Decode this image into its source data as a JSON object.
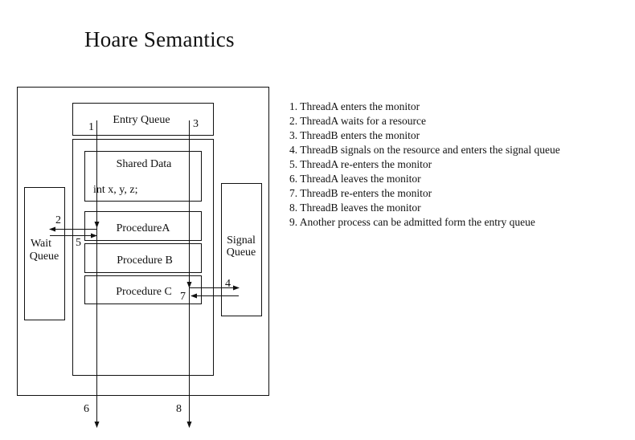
{
  "title": "Hoare Semantics",
  "diagram": {
    "entry_queue": "Entry Queue",
    "shared_data": "Shared Data",
    "shared_vars": "int x, y, z;",
    "procedure_a": "ProcedureA",
    "procedure_b": "Procedure B",
    "procedure_c": "Procedure C",
    "wait_queue": [
      "Wait",
      "Queue"
    ],
    "signal_queue": [
      "Signal",
      "Queue"
    ],
    "step_markers": {
      "m1": "1",
      "m2": "2",
      "m3": "3",
      "m4": "4",
      "m5": "5",
      "m6": "6",
      "m7": "7",
      "m8": "8"
    }
  },
  "steps": [
    "1. ThreadA enters the monitor",
    "2. ThreadA waits for a resource",
    "3. ThreadB enters the monitor",
    "4. ThreadB signals on the resource and enters the signal queue",
    "5. ThreadA re-enters the monitor",
    "6. ThreadA leaves the monitor",
    "7. ThreadB re-enters the monitor",
    "8. ThreadB leaves the monitor",
    "9. Another process can be admitted form the entry queue"
  ]
}
